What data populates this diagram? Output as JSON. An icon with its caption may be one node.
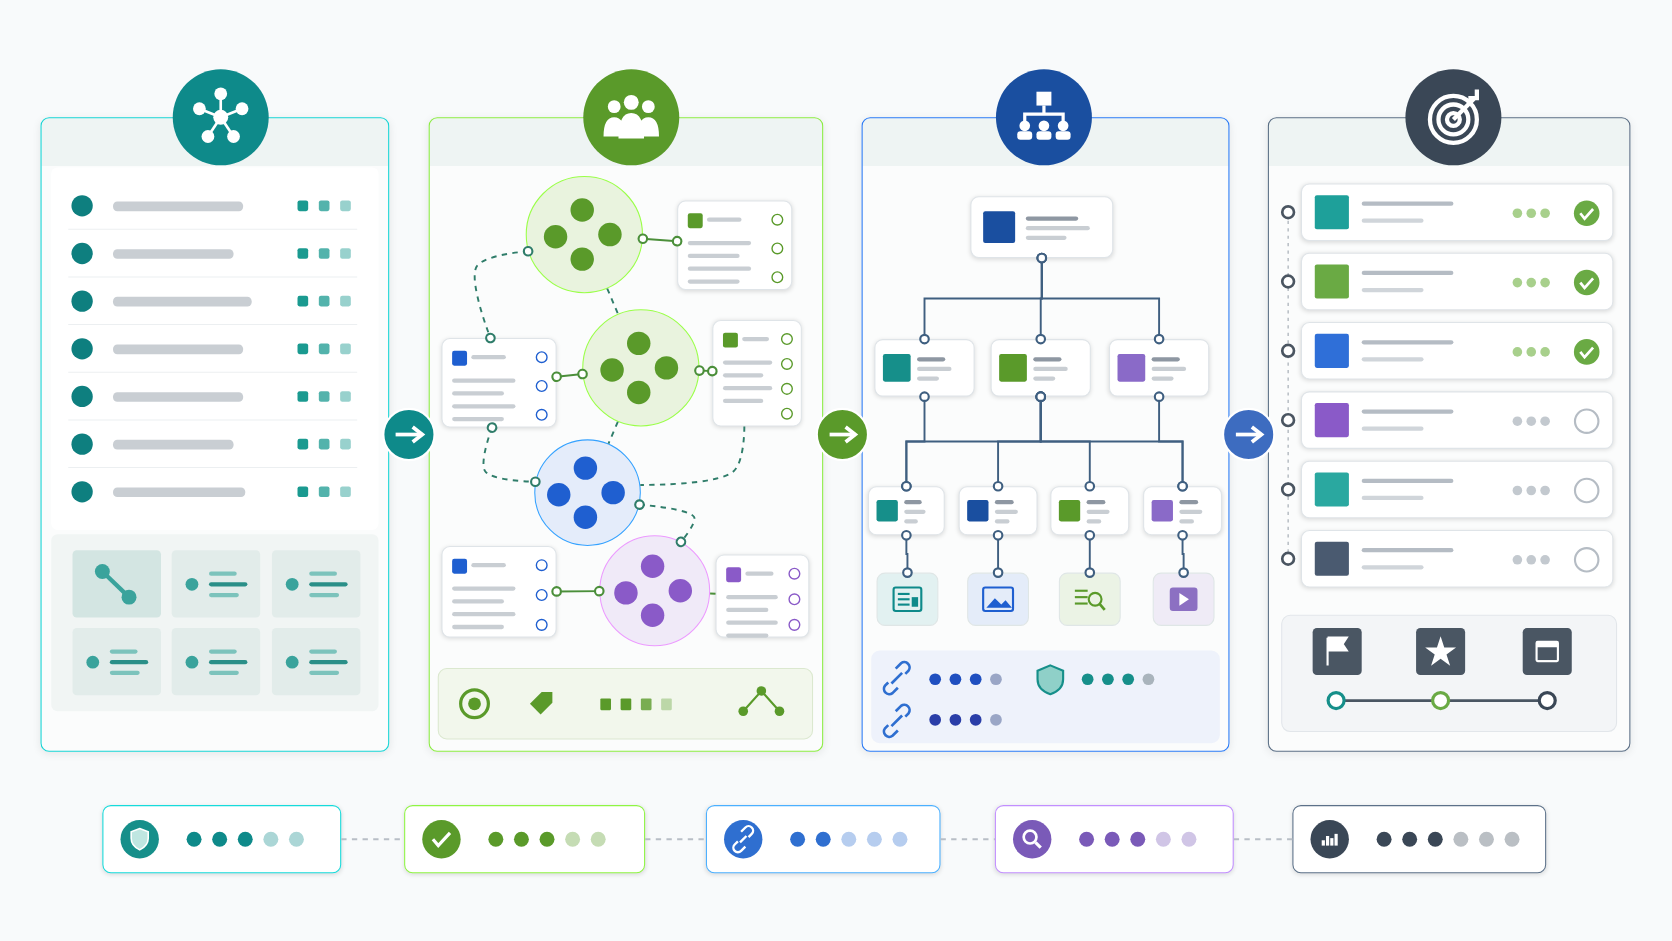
{
  "diagram": {
    "nodes": [
      {
        "text": [],
        "shape": "box"
      },
      {
        "text": [],
        "shape": "box"
      },
      {
        "text": [],
        "shape": "box"
      },
      {
        "text": [],
        "shape": "box"
      },
      {
        "text": [],
        "shape": "circle",
        "in": 1
      },
      {
        "text": [],
        "shape": "box",
        "in": 1
      },
      {
        "text": [],
        "shape": "circle",
        "in": 1
      },
      {
        "text": [],
        "shape": "box",
        "in": 1
      },
      {
        "text": [],
        "shape": "box",
        "in": 1
      },
      {
        "text": [],
        "shape": "circle",
        "in": 1
      },
      {
        "text": [],
        "shape": "box",
        "in": 1
      },
      {
        "text": [],
        "shape": "circle",
        "in": 1
      },
      {
        "text": [],
        "shape": "box",
        "in": 1
      },
      {
        "text": [],
        "shape": "box",
        "in": 2
      },
      {
        "text": [],
        "shape": "box",
        "in": 2
      },
      {
        "text": [],
        "shape": "box",
        "in": 2
      },
      {
        "text": [],
        "shape": "box",
        "in": 2
      },
      {
        "text": [],
        "shape": "box",
        "in": 2
      },
      {
        "text": [],
        "shape": "box",
        "in": 2
      },
      {
        "text": [],
        "shape": "box",
        "in": 2
      },
      {
        "text": [],
        "shape": "box",
        "in": 2
      },
      {
        "text": [],
        "shape": "box",
        "in": 2
      },
      {
        "text": [],
        "shape": "box",
        "in": 2
      },
      {
        "text": [],
        "shape": "box",
        "in": 2
      },
      {
        "text": [],
        "shape": "box",
        "in": 2
      },
      {
        "text": [],
        "shape": "box",
        "in": 3
      },
      {
        "text": [],
        "shape": "box",
        "in": 3
      },
      {
        "text": [],
        "shape": "box",
        "in": 3
      },
      {
        "text": [],
        "shape": "box",
        "in": 3
      },
      {
        "text": [],
        "shape": "box",
        "in": 3
      },
      {
        "text": [],
        "shape": "box",
        "in": 3
      },
      {
        "text": [],
        "shape": "box"
      },
      {
        "text": [],
        "shape": "box"
      },
      {
        "text": [],
        "shape": "box"
      },
      {
        "text": [],
        "shape": "box"
      },
      {
        "text": [],
        "shape": "box"
      }
    ],
    "edges": [
      {
        "from": 0,
        "to": 1,
        "arrow": "to",
        "color": "#ffffff"
      },
      {
        "from": 1,
        "to": 2,
        "arrow": "to",
        "color": "#ffffff"
      },
      {
        "from": 2,
        "to": 3,
        "arrow": "to",
        "color": "#ffffff"
      },
      {
        "from": 4,
        "to": 5,
        "arrow": "other",
        "color": "#4b8f3a"
      },
      {
        "from": 7,
        "to": 6,
        "arrow": "other",
        "color": "#4b8f3a"
      },
      {
        "from": 6,
        "to": 8,
        "arrow": "other",
        "color": "#4b8f3a"
      },
      {
        "from": 10,
        "to": 11,
        "arrow": "other",
        "color": "#4b8f3a"
      },
      {
        "from": 11,
        "to": 12,
        "arrow": "none",
        "color": "#4b8f3a"
      },
      {
        "from": 4,
        "to": 7,
        "arrow": "other",
        "style": "dashed",
        "color": "#2f7d6a"
      },
      {
        "from": 4,
        "to": 6,
        "arrow": "none",
        "style": "dashed",
        "color": "#2f7d6a"
      },
      {
        "from": 7,
        "to": 9,
        "arrow": "other",
        "style": "dashed",
        "color": "#2f7d6a"
      },
      {
        "from": 6,
        "to": 9,
        "arrow": "none",
        "style": "dashed",
        "color": "#2f7d6a"
      },
      {
        "from": 8,
        "to": 9,
        "arrow": "none",
        "style": "dashed",
        "color": "#2f7d6a"
      },
      {
        "from": 9,
        "to": 11,
        "arrow": "other",
        "style": "dashed",
        "color": "#2f7d6a"
      },
      {
        "from": 13,
        "to": 14,
        "arrow": "other"
      },
      {
        "from": 13,
        "to": 15,
        "arrow": "other"
      },
      {
        "from": 13,
        "to": 16,
        "arrow": "other"
      },
      {
        "from": 14,
        "to": 17,
        "arrow": "other"
      },
      {
        "from": 15,
        "to": 17,
        "arrow": "other"
      },
      {
        "from": 15,
        "to": 18,
        "arrow": "other"
      },
      {
        "from": 15,
        "to": 19,
        "arrow": "other"
      },
      {
        "from": 15,
        "to": 20,
        "arrow": "other"
      },
      {
        "from": 16,
        "to": 20,
        "arrow": "other"
      },
      {
        "from": 17,
        "to": 21,
        "arrow": "other"
      },
      {
        "from": 18,
        "to": 22,
        "arrow": "other"
      },
      {
        "from": 19,
        "to": 23,
        "arrow": "other"
      },
      {
        "from": 20,
        "to": 24,
        "arrow": "other"
      },
      {
        "from": 31,
        "to": 32,
        "arrow": "none",
        "style": "dashed",
        "color": "#b8bec6"
      },
      {
        "from": 32,
        "to": 33,
        "arrow": "none",
        "style": "dashed",
        "color": "#b8bec6"
      },
      {
        "from": 33,
        "to": 34,
        "arrow": "none",
        "style": "dashed",
        "color": "#b8bec6"
      },
      {
        "from": 34,
        "to": 35,
        "arrow": "none",
        "style": "dashed",
        "color": "#b8bec6"
      }
    ]
  }
}
